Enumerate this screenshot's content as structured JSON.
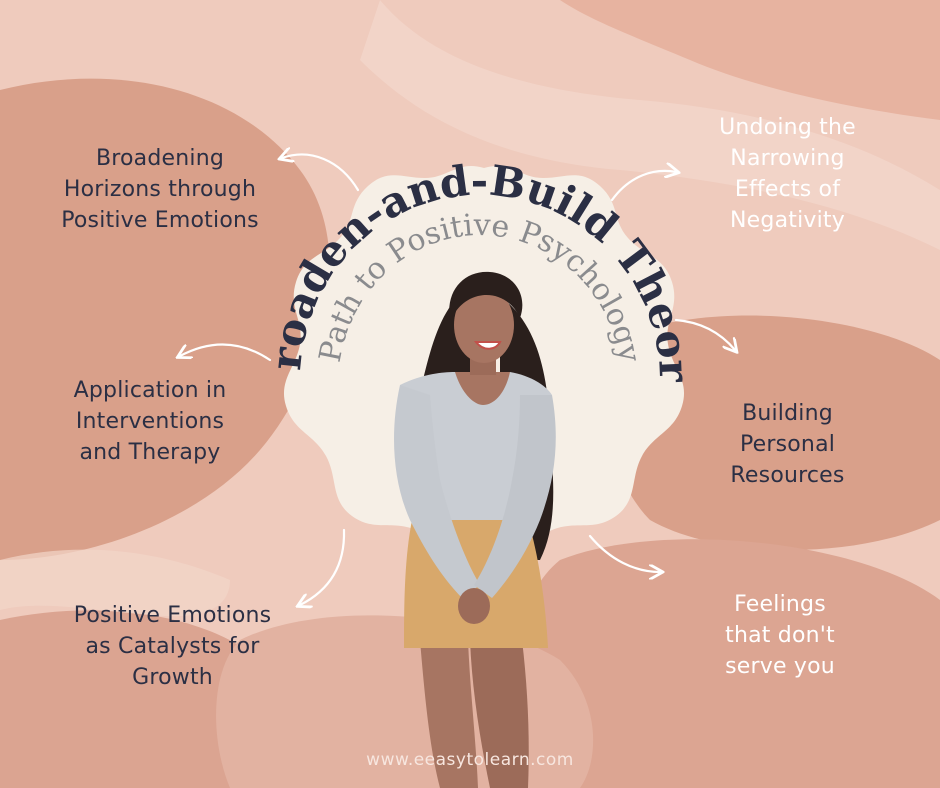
{
  "title": {
    "main": "Broaden-and-Build Theory",
    "sub": "Path to Positive Psychology"
  },
  "topics": {
    "left_top": [
      "Broadening",
      "Horizons through",
      "Positive Emotions"
    ],
    "left_middle": [
      "Application in",
      "Interventions",
      "and Therapy"
    ],
    "left_bottom": [
      "Positive Emotions",
      "as Catalysts for",
      "Growth"
    ],
    "right_top": [
      "Undoing the",
      "Narrowing",
      "Effects of",
      "Negativity"
    ],
    "right_middle": [
      "Building",
      "Personal",
      "Resources"
    ],
    "right_bottom": [
      "Feelings",
      "that don't",
      "serve you"
    ]
  },
  "footer": {
    "website": "www.eeasytolearn.com"
  },
  "colors": {
    "background": "#efcbbd",
    "blob_dark": "#d9a08a",
    "blob_light": "#f7ded3",
    "badge": "#f6efe6",
    "title_dark": "#2b2f44",
    "title_gray": "#8a8b8e"
  },
  "icons": [
    "curved-arrow-icon",
    "woman-illustration",
    "wavy-badge-shape"
  ]
}
